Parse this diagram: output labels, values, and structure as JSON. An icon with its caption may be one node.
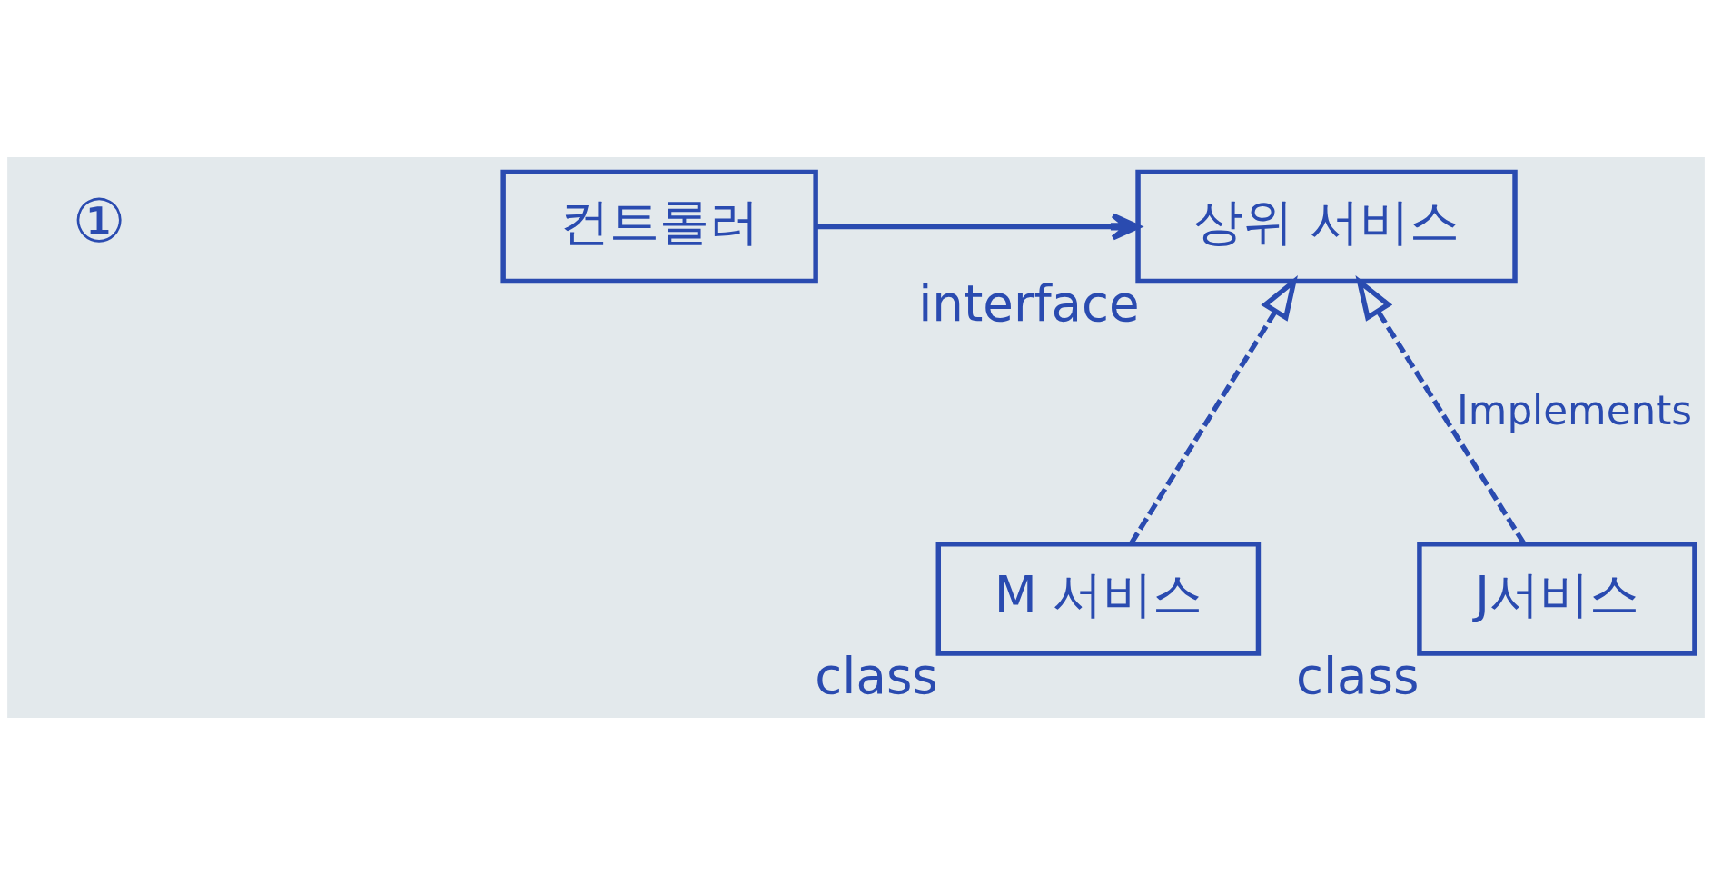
{
  "diagram": {
    "nodes": [
      {
        "text": [
          "컨트롤러"
        ]
      },
      {
        "text": [
          "상위 서비스"
        ],
        "beside": [
          "interface"
        ]
      },
      {
        "text": [
          "M 서비스"
        ],
        "beside": [
          "class"
        ]
      },
      {
        "text": [
          "J서비스"
        ],
        "beside": [
          "class"
        ]
      }
    ],
    "edges": [
      {
        "from": 0,
        "to": 1,
        "arrow": "to"
      },
      {
        "from": 2,
        "to": 1,
        "arrow": "to",
        "style": "dashed"
      },
      {
        "from": 3,
        "to": 1,
        "arrow": "to",
        "style": "dashed",
        "label": "Implements"
      }
    ],
    "labels": [
      "①"
    ]
  }
}
